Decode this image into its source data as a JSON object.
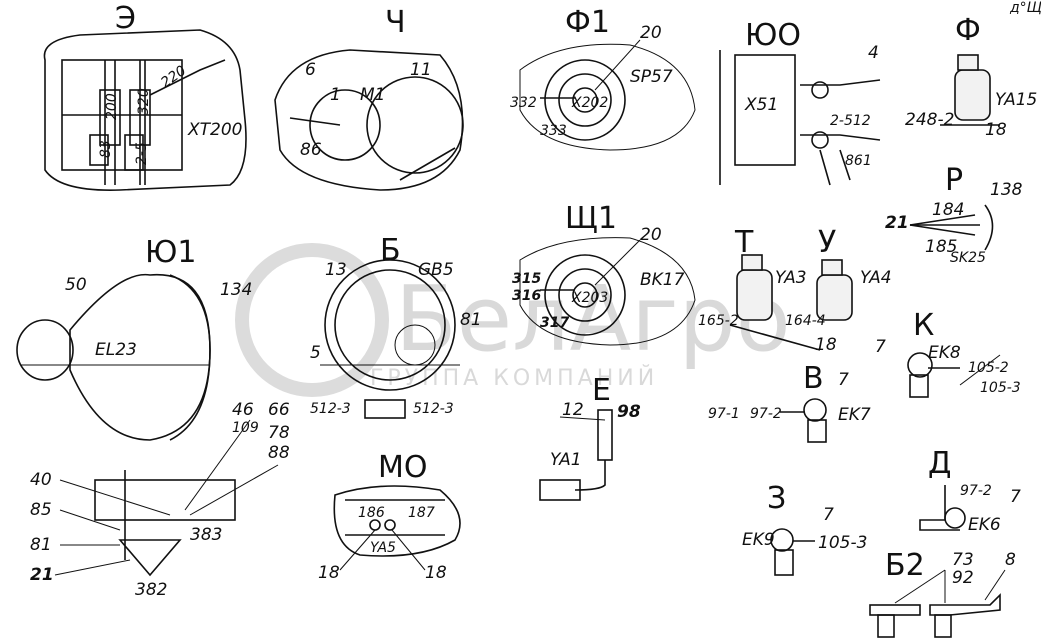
{
  "corner_note": "д°Щ шшш",
  "watermark": {
    "brand": "БелАгро",
    "sub": "ГРУППА КОМПАНИЙ"
  },
  "views": {
    "e_view": {
      "title": "Э",
      "labels": [
        "220",
        "200",
        "320",
        "83",
        "2-5",
        "XT200"
      ]
    },
    "ch_view": {
      "title": "Ч",
      "labels": [
        "6",
        "1",
        "M1",
        "86",
        "11"
      ]
    },
    "f1_view": {
      "title": "Ф1",
      "labels": [
        "20",
        "SP57",
        "332",
        "X202",
        "333"
      ]
    },
    "yu0_view": {
      "title": "ЮО",
      "labels": [
        "4",
        "X51",
        "2-512",
        "861"
      ]
    },
    "f_view": {
      "title": "Ф",
      "labels": [
        "YA15",
        "248-2",
        "18"
      ]
    },
    "r_view": {
      "title": "Р",
      "labels": [
        "138",
        "21",
        "184",
        "185",
        "SK25"
      ]
    },
    "yu1_view": {
      "title": "Ю1",
      "labels": [
        "50",
        "134",
        "EL23",
        "46",
        "66",
        "109",
        "78",
        "88",
        "40",
        "85",
        "81",
        "383",
        "21",
        "382"
      ]
    },
    "b_view": {
      "title": "Б",
      "labels": [
        "GB5",
        "13",
        "81",
        "5",
        "512-3",
        "512-3"
      ]
    },
    "shch1_view": {
      "title": "Щ1",
      "labels": [
        "20",
        "315",
        "316",
        "X203",
        "BK17",
        "317"
      ]
    },
    "t_view": {
      "title": "Т",
      "labels": [
        "YA3",
        "165-2"
      ]
    },
    "u_view": {
      "title": "У",
      "labels": [
        "YA4",
        "164-4",
        "18"
      ]
    },
    "k_view": {
      "title": "К",
      "labels": [
        "7",
        "EK8",
        "105-2",
        "105-3"
      ]
    },
    "e2_view": {
      "title": "Е",
      "labels": [
        "12",
        "98",
        "YA1"
      ]
    },
    "v_view": {
      "title": "В",
      "labels": [
        "7",
        "97-1",
        "97-2",
        "EK7"
      ]
    },
    "mo_view": {
      "title": "МО",
      "labels": [
        "186",
        "187",
        "YA5",
        "18",
        "18"
      ]
    },
    "z_view": {
      "title": "З",
      "labels": [
        "7",
        "EK9",
        "105-3"
      ]
    },
    "d_view": {
      "title": "Д",
      "labels": [
        "97-2",
        "7",
        "EK6"
      ]
    },
    "b2_view": {
      "title": "Б2",
      "labels": [
        "73",
        "92",
        "8"
      ]
    }
  }
}
